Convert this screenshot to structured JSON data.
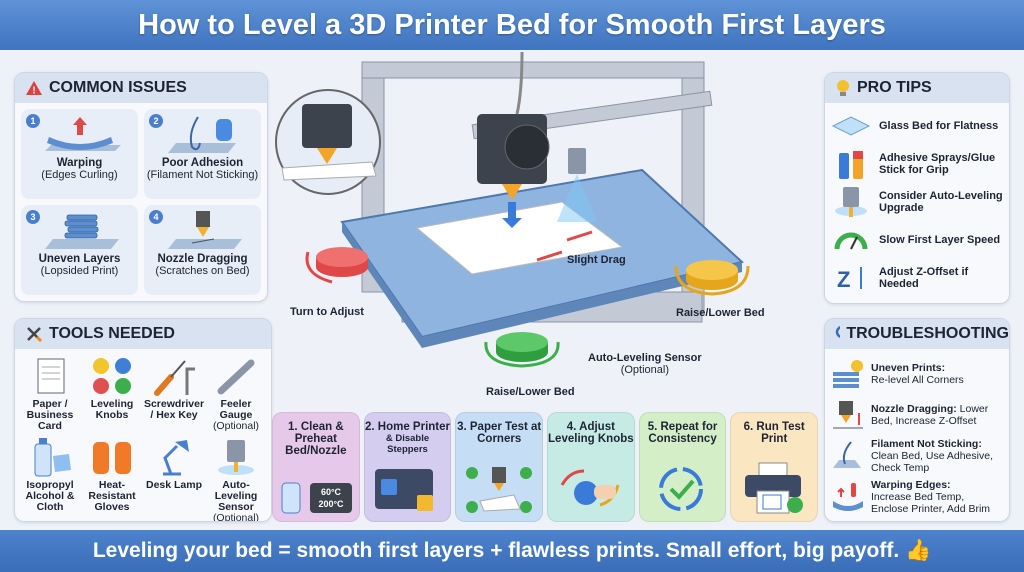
{
  "title": "How to Level a 3D Printer Bed for Smooth First Layers",
  "footer": "Leveling your bed = smooth first layers + flawless prints. Small effort, big payoff. 👍",
  "common_issues": {
    "heading": "COMMON ISSUES",
    "items": [
      {
        "num": "1",
        "title": "Warping",
        "sub": "(Edges Curling)"
      },
      {
        "num": "2",
        "title": "Poor Adhesion",
        "sub": "(Filament Not Sticking)"
      },
      {
        "num": "3",
        "title": "Uneven Layers",
        "sub": "(Lopsided Print)"
      },
      {
        "num": "4",
        "title": "Nozzle Dragging",
        "sub": "(Scratches on Bed)"
      }
    ]
  },
  "tools": {
    "heading": "TOOLS NEEDED",
    "items": [
      {
        "label": "Paper / Business Card",
        "sub": ""
      },
      {
        "label": "Leveling Knobs",
        "sub": ""
      },
      {
        "label": "Screwdriver / Hex Key",
        "sub": ""
      },
      {
        "label": "Feeler Gauge",
        "sub": "(Optional)"
      },
      {
        "label": "Isopropyl Alcohol & Cloth",
        "sub": ""
      },
      {
        "label": "Heat-Resistant Gloves",
        "sub": ""
      },
      {
        "label": "Desk Lamp",
        "sub": ""
      },
      {
        "label": "Auto-Leveling Sensor",
        "sub": "(Optional)"
      }
    ]
  },
  "pro_tips": {
    "heading": "PRO TIPS",
    "items": [
      "Glass Bed for Flatness",
      "Adhesive Sprays/Glue Stick for Grip",
      "Consider Auto-Leveling Upgrade",
      "Slow First Layer Speed",
      "Adjust Z-Offset if Needed"
    ]
  },
  "troubleshooting": {
    "heading": "TROUBLESHOOTING",
    "items": [
      {
        "title": "Uneven Prints:",
        "text": "Re-level All Corners"
      },
      {
        "title": "Nozzle Dragging:",
        "text": "Lower Bed, Increase Z-Offset"
      },
      {
        "title": "Filament Not Sticking:",
        "text": "Clean Bed, Use Adhesive, Check Temp"
      },
      {
        "title": "Warping Edges:",
        "text": "Increase Bed Temp, Enclose Printer, Add Brim"
      }
    ]
  },
  "diagram": {
    "slight_drag": "Slight Drag",
    "turn_to_adjust": "Turn to Adjust",
    "raise_lower_right": "Raise/Lower Bed",
    "raise_lower_bottom": "Raise/Lower Bed",
    "sensor": "Auto-Leveling Sensor",
    "sensor_sub": "(Optional)"
  },
  "steps": [
    {
      "title": "1. Clean & Preheat Bed/Nozzle",
      "sub": "",
      "temp1": "60°C",
      "temp2": "200°C",
      "color": "#e6c9ea"
    },
    {
      "title": "2. Home Printer",
      "sub": "& Disable Steppers",
      "color": "#d5cdf0"
    },
    {
      "title": "3. Paper Test at Corners",
      "sub": "",
      "color": "#c6def5"
    },
    {
      "title": "4. Adjust Leveling Knobs",
      "sub": "",
      "color": "#c6ebe4"
    },
    {
      "title": "5. Repeat for Consistency",
      "sub": "",
      "color": "#d4efc8"
    },
    {
      "title": "6. Run Test Print",
      "sub": "",
      "color": "#fbe6c2"
    }
  ]
}
